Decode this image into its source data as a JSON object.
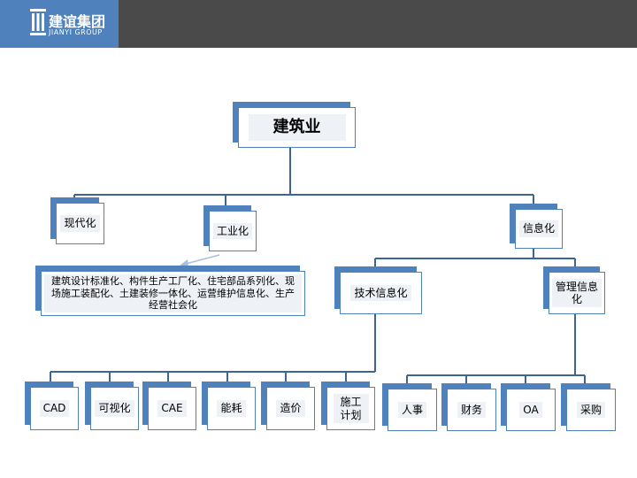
{
  "header": {
    "logo_cn": "建谊集团",
    "logo_en": "JIANYI GROUP"
  },
  "diagram": {
    "root": "建筑业",
    "level1": {
      "modern": "现代化",
      "industrial": "工业化",
      "info": "信息化"
    },
    "industrial_desc": "建筑设计标准化、构件生产工厂化、住宅部品系列化、现场施工装配化、土建装修一体化、运营维护信息化、生产经营社会化",
    "info_children": {
      "tech": "技术信息化",
      "mgmt": "管理信息化"
    },
    "tech_items": [
      "CAD",
      "可视化",
      "CAE",
      "能耗",
      "造价",
      "施工计划"
    ],
    "mgmt_items": [
      "人事",
      "财务",
      "OA",
      "采购"
    ]
  },
  "colors": {
    "accent": "#4f81bd",
    "topbar": "#4a4a4a",
    "line": "#3d6594"
  }
}
